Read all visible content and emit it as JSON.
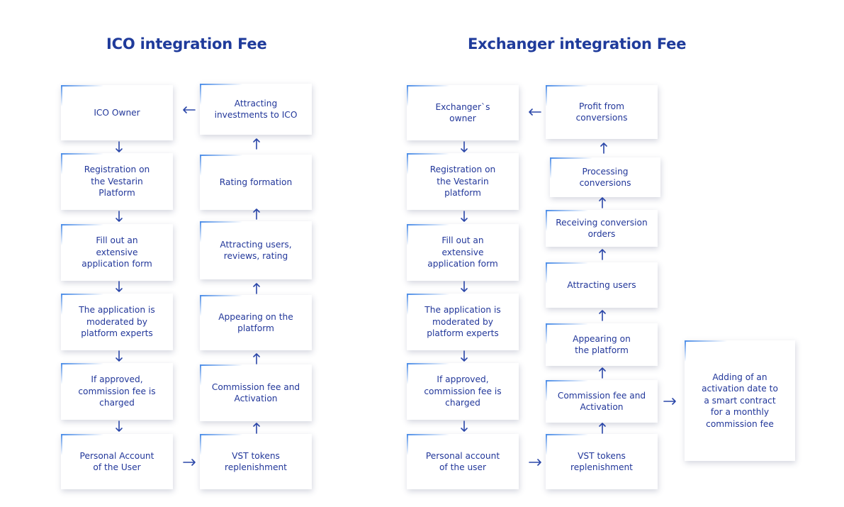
{
  "left": {
    "title": "ICO integration Fee",
    "col1": [
      "ICO Owner",
      "Registration on the Vestarin Platform",
      "Fill out an extensive application form",
      "The application is moderated by platform experts",
      "If approved, commission fee is charged",
      "Personal Account of the User"
    ],
    "col2": [
      "Attracting investments to ICO",
      "Rating formation",
      "Attracting users, reviews, rating",
      "Appearing on the platform",
      "Commission fee and Activation",
      "VST tokens replenishment"
    ]
  },
  "right": {
    "title": "Exchanger integration Fee",
    "col1": [
      "Exchanger`s owner",
      "Registration on the Vestarin platform",
      "Fill out an extensive application form",
      "The application is moderated by platform experts",
      "If approved, commission fee is charged",
      "Personal account of the user"
    ],
    "col2": [
      "Profit from conversions",
      "Processing conversions",
      "Receiving conversion orders",
      "Attracting users",
      "Appearing on the platform",
      "Commission fee and Activation",
      "VST tokens replenishment"
    ],
    "side": "Adding of an activation date to a smart contract for a monthly commission fee"
  },
  "colors": {
    "text": "#1f3b9b",
    "accent": "#4d8ee8"
  }
}
